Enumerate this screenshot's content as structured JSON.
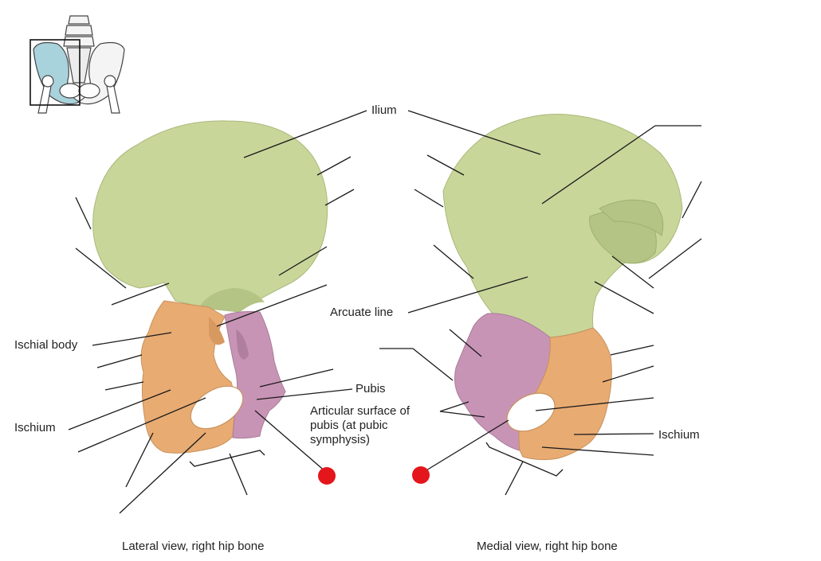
{
  "labels": {
    "ilium": "Ilium",
    "ischial_body": "Ischial body",
    "ischium_left": "Ischium",
    "arcuate_line": "Arcuate line",
    "pubis": "Pubis",
    "articular_surface": "Articular surface of pubis (at pubic symphysis)",
    "ischium_right": "Ischium"
  },
  "captions": {
    "lateral": "Lateral view, right hip bone",
    "medial": "Medial view, right hip bone"
  },
  "colors": {
    "ilium": "#c8d69a",
    "ilium_shadow": "#b4c485",
    "ischium": "#e8ab72",
    "ischium_shadow": "#d89960",
    "pubis": "#c894b6",
    "pubis_shadow": "#b07fa0",
    "marker": "#e4151b",
    "leader": "#1a1a1a",
    "thumb_highlight": "#a9d3dc"
  },
  "markers": [
    {
      "name": "hotspot-marker-lateral"
    },
    {
      "name": "hotspot-marker-medial"
    }
  ]
}
